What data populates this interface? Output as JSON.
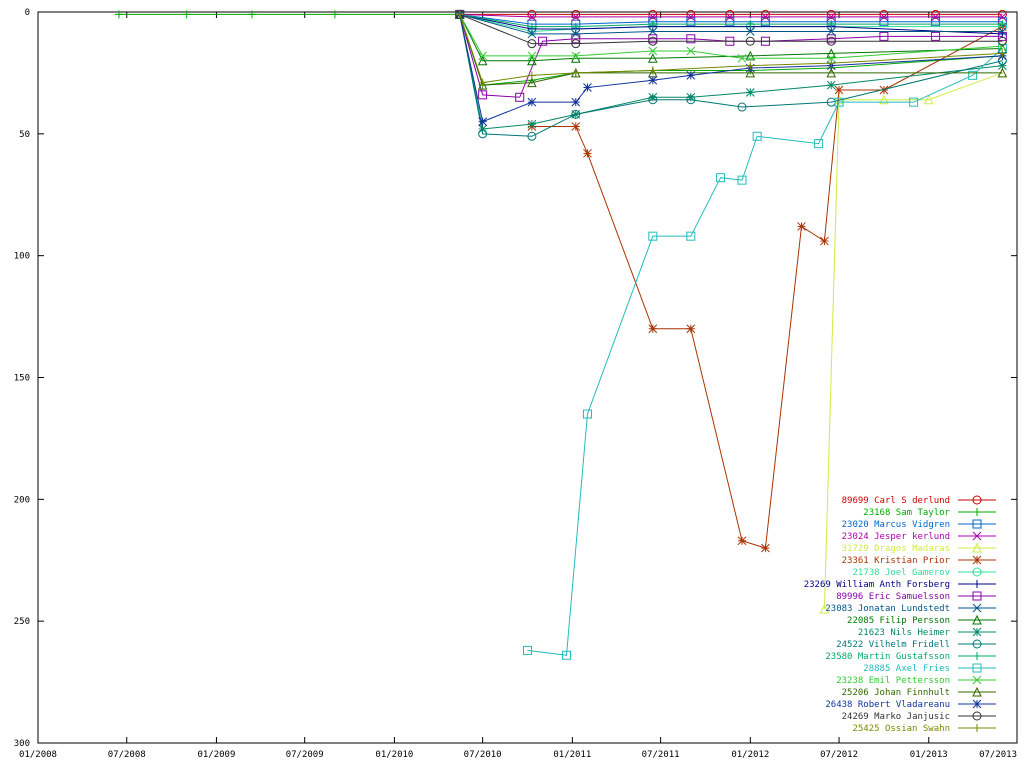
{
  "chart_data": {
    "type": "line",
    "title": "",
    "xlabel": "",
    "ylabel": "",
    "y_reversed": true,
    "ylim": [
      0,
      300
    ],
    "yticks": [
      0,
      50,
      100,
      150,
      200,
      250,
      300
    ],
    "xlim": [
      "2008-01-01",
      "2013-07-01"
    ],
    "xticks": [
      "01/2008",
      "07/2008",
      "01/2009",
      "07/2009",
      "01/2010",
      "07/2010",
      "01/2011",
      "07/2011",
      "01/2012",
      "07/2012",
      "01/2013",
      "07/2013"
    ],
    "xtick_dates": [
      "2008-01-01",
      "2008-07-01",
      "2009-01-01",
      "2009-07-01",
      "2010-01-01",
      "2010-07-01",
      "2011-01-01",
      "2011-07-01",
      "2012-01-01",
      "2012-07-01",
      "2013-01-01",
      "2013-07-01"
    ],
    "legend_position": "bottom-right",
    "series": [
      {
        "name": "89699 Carl S derlund",
        "color": "#cc0000",
        "marker": "circle",
        "x": [
          "2010-05-15",
          "2010-10-10",
          "2011-01-08",
          "2011-06-15",
          "2011-09-01",
          "2011-11-20",
          "2012-02-01",
          "2012-06-15",
          "2012-10-01",
          "2013-01-15",
          "2013-06-01"
        ],
        "y": [
          1,
          1,
          1,
          1,
          1,
          1,
          1,
          1,
          1,
          1,
          1
        ]
      },
      {
        "name": "23168 Sam Taylor",
        "color": "#00aa00",
        "marker": "plus",
        "x": [
          "2008-06-15",
          "2008-11-01",
          "2009-03-15",
          "2009-09-01",
          "2010-05-15",
          "2010-07-01",
          "2010-10-10",
          "2011-01-08",
          "2011-06-15",
          "2012-01-01",
          "2012-06-15",
          "2013-06-01"
        ],
        "y": [
          1,
          1,
          1,
          1,
          1,
          30,
          28,
          25,
          24,
          24,
          23,
          18
        ]
      },
      {
        "name": "23020 Marcus Vidgren",
        "color": "#0066cc",
        "marker": "square",
        "x": [
          "2010-05-15",
          "2010-10-10",
          "2011-01-08",
          "2011-06-15",
          "2011-09-01",
          "2011-11-20",
          "2012-02-01",
          "2012-06-15",
          "2012-10-01",
          "2013-01-15",
          "2013-06-01"
        ],
        "y": [
          1,
          5,
          5,
          4,
          4,
          4,
          4,
          4,
          4,
          4,
          4
        ]
      },
      {
        "name": "23024 Jesper  kerlund",
        "color": "#aa00aa",
        "marker": "x",
        "x": [
          "2010-05-15",
          "2010-10-10",
          "2011-01-08",
          "2011-06-15",
          "2011-09-01",
          "2011-11-20",
          "2012-02-01",
          "2012-06-15",
          "2012-10-01",
          "2013-01-15",
          "2013-06-01"
        ],
        "y": [
          1,
          2,
          2,
          2,
          2,
          2,
          2,
          2,
          2,
          2,
          2
        ]
      },
      {
        "name": "31729 Dragos Madaras",
        "color": "#ccee44",
        "marker": "triangle",
        "x": [
          "2012-06-01",
          "2012-07-01",
          "2012-10-01",
          "2013-01-01",
          "2013-06-01"
        ],
        "y": [
          245,
          36,
          36,
          36,
          25
        ]
      },
      {
        "name": "23361 Kristian Prior",
        "color": "#aa3300",
        "marker": "asterisk",
        "x": [
          "2010-10-10",
          "2011-01-08",
          "2011-02-01",
          "2011-06-15",
          "2011-09-01",
          "2011-12-15",
          "2012-02-01",
          "2012-04-15",
          "2012-06-01",
          "2012-07-01",
          "2012-10-01",
          "2013-06-01"
        ],
        "y": [
          47,
          47,
          58,
          130,
          130,
          217,
          220,
          88,
          94,
          32,
          32,
          6
        ]
      },
      {
        "name": "21738 Joel Gamerov",
        "color": "#33dd99",
        "marker": "circle",
        "x": [
          "2010-05-15",
          "2010-10-10",
          "2011-01-08",
          "2011-06-15",
          "2012-01-01",
          "2012-06-15",
          "2013-06-01"
        ],
        "y": [
          1,
          8,
          7,
          6,
          6,
          6,
          6
        ]
      },
      {
        "name": "23269 William Anth Forsberg",
        "color": "#000088",
        "marker": "plus",
        "x": [
          "2010-05-15",
          "2010-10-10",
          "2011-01-08",
          "2011-06-15",
          "2012-01-01",
          "2012-06-15",
          "2013-06-01"
        ],
        "y": [
          1,
          7,
          7,
          6,
          6,
          6,
          9
        ]
      },
      {
        "name": "89996 Eric Samuelsson",
        "color": "#8800aa",
        "marker": "square",
        "x": [
          "2010-05-15",
          "2010-07-01",
          "2010-09-15",
          "2010-11-01",
          "2011-01-08",
          "2011-06-15",
          "2011-09-01",
          "2011-11-20",
          "2012-02-01",
          "2012-06-15",
          "2012-10-01",
          "2013-01-15",
          "2013-06-01"
        ],
        "y": [
          1,
          34,
          35,
          12,
          11,
          11,
          11,
          12,
          12,
          11,
          10,
          10,
          10
        ]
      },
      {
        "name": "23083 Jonatan Lundstedt",
        "color": "#005588",
        "marker": "x",
        "x": [
          "2010-05-15",
          "2010-10-10",
          "2011-01-08",
          "2011-06-15",
          "2012-01-01",
          "2012-06-15",
          "2013-06-01"
        ],
        "y": [
          1,
          9,
          9,
          8,
          8,
          8,
          8
        ]
      },
      {
        "name": "22085 Filip Persson",
        "color": "#007700",
        "marker": "triangle",
        "x": [
          "2010-05-15",
          "2010-07-01",
          "2010-10-10",
          "2011-01-08",
          "2011-06-15",
          "2012-01-01",
          "2012-06-15",
          "2013-06-01"
        ],
        "y": [
          1,
          20,
          20,
          19,
          19,
          18,
          17,
          15
        ]
      },
      {
        "name": "21623 Nils Heimer",
        "color": "#008866",
        "marker": "asterisk",
        "x": [
          "2010-05-15",
          "2010-07-01",
          "2010-10-10",
          "2011-01-08",
          "2011-06-15",
          "2011-09-01",
          "2012-01-01",
          "2012-06-15",
          "2013-06-01"
        ],
        "y": [
          1,
          48,
          46,
          42,
          35,
          35,
          33,
          30,
          22
        ]
      },
      {
        "name": "24522 Vilhelm Fridell",
        "color": "#007777",
        "marker": "circle",
        "x": [
          "2010-05-15",
          "2010-07-01",
          "2010-10-10",
          "2011-01-08",
          "2011-06-15",
          "2011-09-01",
          "2011-12-15",
          "2012-06-15",
          "2013-06-01"
        ],
        "y": [
          1,
          50,
          51,
          42,
          36,
          36,
          39,
          37,
          20
        ]
      },
      {
        "name": "23580 Martin Gustafsson",
        "color": "#00aa66",
        "marker": "plus",
        "x": [
          "2010-05-15",
          "2010-10-10",
          "2011-01-08",
          "2011-06-15",
          "2012-01-01",
          "2012-06-15",
          "2013-06-01"
        ],
        "y": [
          1,
          6,
          6,
          5,
          5,
          5,
          5
        ]
      },
      {
        "name": "28885 Axel Fries",
        "color": "#22bbbb",
        "marker": "square",
        "x": [
          "2010-10-01",
          "2010-12-20",
          "2011-02-01",
          "2011-06-15",
          "2011-09-01",
          "2011-11-01",
          "2011-12-15",
          "2012-01-15",
          "2012-05-20",
          "2012-07-01",
          "2012-12-01",
          "2013-04-01",
          "2013-06-01"
        ],
        "y": [
          262,
          264,
          165,
          92,
          92,
          68,
          69,
          51,
          54,
          37,
          37,
          26,
          15
        ]
      },
      {
        "name": "23238 Emil Pettersson",
        "color": "#33cc33",
        "marker": "x",
        "x": [
          "2010-05-15",
          "2010-07-01",
          "2010-10-10",
          "2011-01-08",
          "2011-06-15",
          "2011-09-01",
          "2011-12-15",
          "2012-06-15",
          "2013-06-01"
        ],
        "y": [
          1,
          18,
          18,
          18,
          16,
          16,
          19,
          19,
          14
        ]
      },
      {
        "name": "25206 Johan Finnhult",
        "color": "#336600",
        "marker": "triangle",
        "x": [
          "2010-05-15",
          "2010-07-01",
          "2010-10-10",
          "2011-01-08",
          "2011-06-15",
          "2012-01-01",
          "2012-06-15",
          "2013-06-01"
        ],
        "y": [
          1,
          30,
          29,
          25,
          25,
          25,
          25,
          25
        ]
      },
      {
        "name": "26438 Robert Vladareanu",
        "color": "#113399",
        "marker": "asterisk",
        "x": [
          "2010-05-15",
          "2010-07-01",
          "2010-10-10",
          "2011-01-08",
          "2011-02-01",
          "2011-06-15",
          "2011-09-01",
          "2012-01-01",
          "2012-06-15",
          "2013-06-01"
        ],
        "y": [
          1,
          45,
          37,
          37,
          31,
          28,
          26,
          23,
          22,
          18
        ]
      },
      {
        "name": "24269 Marko Janjusic",
        "color": "#333333",
        "marker": "circle",
        "x": [
          "2010-05-15",
          "2010-10-10",
          "2011-01-08",
          "2011-06-15",
          "2012-01-01",
          "2012-06-15",
          "2013-06-01"
        ],
        "y": [
          1,
          13,
          13,
          12,
          12,
          12,
          12
        ]
      },
      {
        "name": "25425 Ossian Swahn",
        "color": "#778800",
        "marker": "plus",
        "x": [
          "2010-05-15",
          "2010-07-01",
          "2010-10-10",
          "2011-01-08",
          "2011-06-15",
          "2012-01-01",
          "2012-06-15",
          "2013-06-01"
        ],
        "y": [
          1,
          29,
          26,
          25,
          24,
          22,
          21,
          17
        ]
      }
    ]
  }
}
